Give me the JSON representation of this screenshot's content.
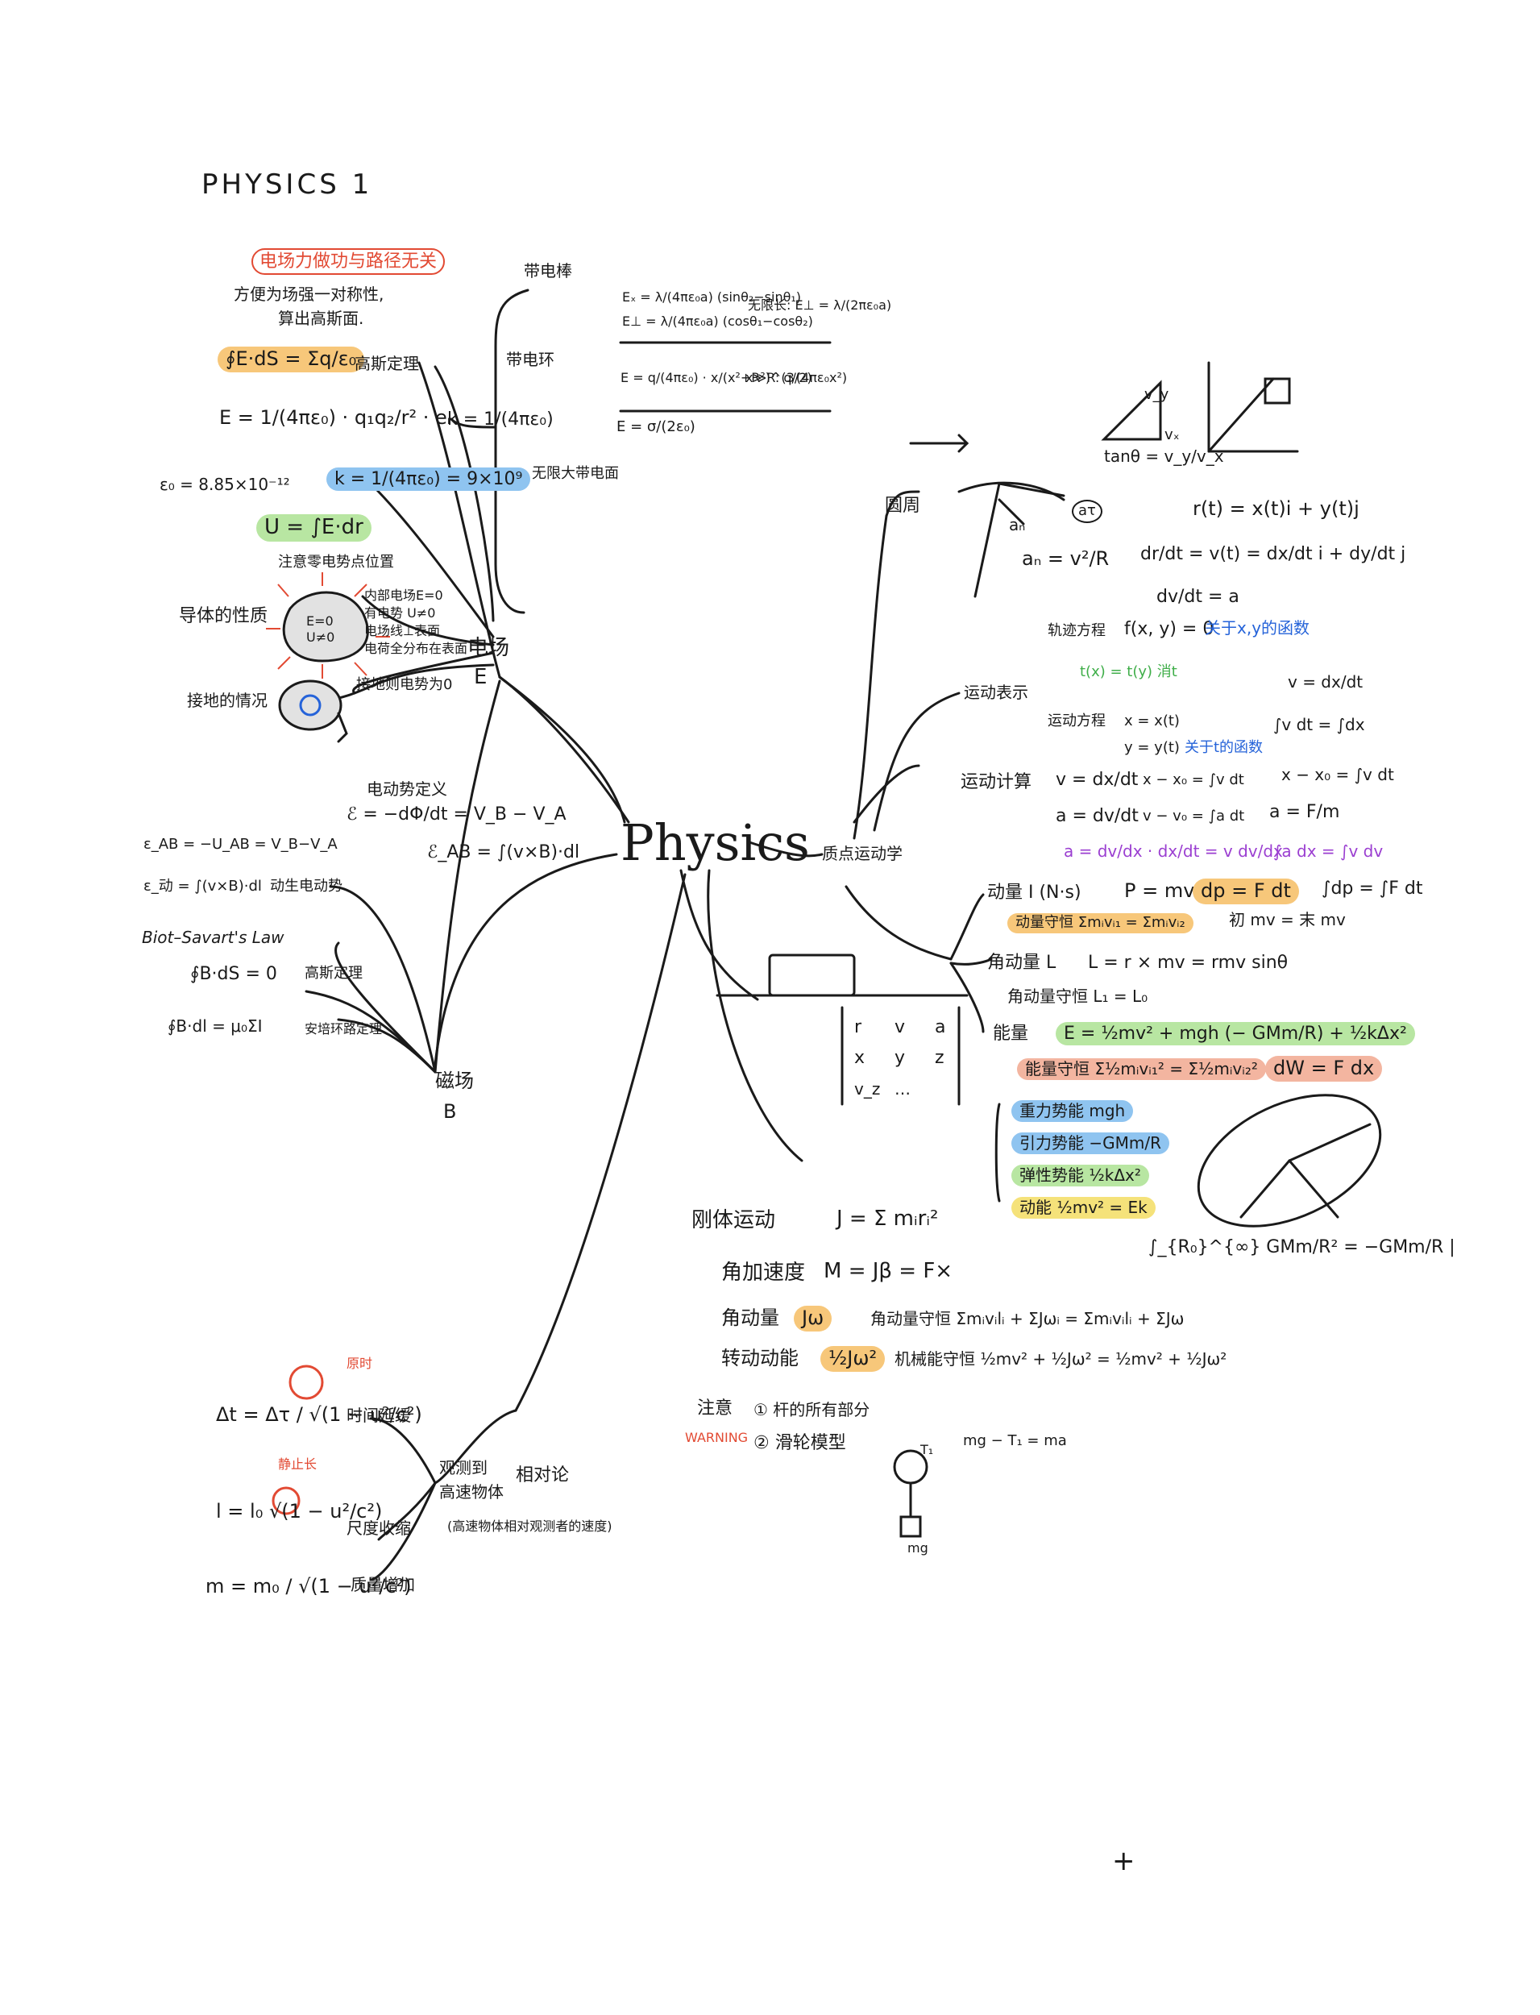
{
  "page": {
    "title": "PHYSICS 1",
    "center": "Physics",
    "page_mark": "+"
  },
  "colors": {
    "ink": "#1a1a1a",
    "orange": "#f7c77a",
    "yellow": "#f5e27a",
    "blue": "#8fc4f0",
    "green": "#b8e6a2",
    "pink": "#f3b5a0",
    "red": "#e24a33",
    "link_blue": "#2563d9",
    "link_green": "#3fae49",
    "link_purple": "#9b3fd1"
  },
  "electric": {
    "branch": "电场",
    "branch_sym": "E",
    "work_note": "电场力做功与路径无关",
    "method_line1": "方便为场强一对称性,",
    "method_line2": "算出高斯面.",
    "gauss": "∮E·dS = Σq/ε₀",
    "gauss_name": "高斯定理",
    "coulomb": "E = 1/(4πε₀) · q₁q₂/r² · eᵣ",
    "k_small": "k = 1/(4πε₀)",
    "eps0": "ε₀ = 8.85×10⁻¹²",
    "k_value": "k = 1/(4πε₀) = 9×10⁹",
    "potential": "U = ∫E·dr",
    "potential_note": "注意零电势点位置",
    "conductor_label": "导体的性质",
    "conductor_in1": "E=0",
    "conductor_in2": "U≠0",
    "conductor_notes": [
      "内部电场E=0",
      "有电势 U≠0",
      "电场线⊥表面",
      "电荷全分布在表面"
    ],
    "grounded_label": "接地的情况",
    "grounded_note": "接地则电势为0",
    "rod_label": "带电棒",
    "ring_label": "带电环",
    "plane_label": "无限大带电面",
    "rod_ex": "Eₓ = λ/(4πε₀a) (sinθ₂−sinθ₁)",
    "rod_ey": "E⊥ = λ/(4πε₀a) (cosθ₁−cosθ₂)",
    "rod_inf": "无限长: E⊥ = λ/(2πε₀a)",
    "ring_e": "E = q/(4πε₀) · x/(x²+R²)^(3/2)",
    "ring_far": "x≫R: q/(4πε₀x²)",
    "plane_e": "E = σ/(2ε₀)"
  },
  "induction": {
    "emf_label": "电动势定义",
    "emf": "ℰ = −dΦ/dt = V_B − V_A",
    "emf_ab": "ℰ_AB = ∫(v×B)·dl",
    "u_ab": "ε_AB = −U_AB = V_B−V_A",
    "motional": "ε_动 = ∫(v×B)·dl",
    "motional_name": "动生电动势"
  },
  "magnetic": {
    "branch": "磁场",
    "branch_sym": "B",
    "biot": "Biot–Savart's Law",
    "gauss_b": "∮B·dS = 0",
    "gauss_b_name": "高斯定理",
    "ampere": "∮B·dl = μ₀ΣI",
    "ampere_name": "安培环路定理"
  },
  "kinematics": {
    "branch": "质点运动学",
    "circle": "圆周",
    "an": "aₙ",
    "at": "aτ",
    "an_formula": "aₙ = v²/R",
    "tan": "tanθ = v_y/v_x",
    "vx": "vₓ",
    "vy": "v_y",
    "r_vec": "r(t) = x(t)i + y(t)j",
    "v_vec": "dr/dt = v(t) = dx/dt i + dy/dt j",
    "a_vec": "dv/dt = a",
    "traj_label": "轨迹方程",
    "traj": "f(x, y) = 0",
    "traj_note": "关于x,y的函数",
    "eliminate": "t(x) = t(y) 消t",
    "motion_repr": "运动表示",
    "motion_eq": "运动方程",
    "x_t": "x = x(t)",
    "y_t": "y = y(t)",
    "y_note": "关于t的函数",
    "calc": "运动计算",
    "v_def": "v = dx/dt",
    "a_def": "a = dv/dt",
    "x_int": "x − x₀ = ∫v dt",
    "v_int": "v − v₀ = ∫a dt",
    "chain": "a = dv/dx · dx/dt = v dv/dx",
    "a_fm": "a = F/m",
    "int_identity": "∫a dx = ∫v dv",
    "v_dx": "v = dx/dt",
    "int_dx": "∫v dt = ∫dx",
    "x_x0": "x − x₀ = ∫v dt"
  },
  "dynamics": {
    "momentum_label": "动量 I (N·s)",
    "momentum": "P = mv",
    "impulse": "dp = F dt",
    "impulse_int": "∫dp = ∫F dt",
    "momentum_cons": "动量守恒 Σmᵢvᵢ₁ = Σmᵢvᵢ₂",
    "momentum_cons_note": "初 mv = 末 mv",
    "angmom_label": "角动量 L",
    "angmom": "L = r × mv = rmv sinθ",
    "angmom_cons": "角动量守恒 L₁ = L₀",
    "energy_label": "能量",
    "energy": "E = ½mv² + mgh (− GMm/R) + ½kΔx²",
    "energy_cons": "能量守恒 Σ½mᵢvᵢ₁² = Σ½mᵢvᵢ₂²",
    "work": "dW = F dx",
    "pe_grav": "重力势能 mgh",
    "pe_univ": "引力势能 −GMm/R",
    "pe_elastic": "弹性势能 ½kΔx²",
    "ke": "动能 ½mv² = Ek",
    "integral": "∫_{R₀}^{∞} GMm/R² = −GMm/R |"
  },
  "rigid": {
    "label": "刚体运动",
    "inertia": "J = Σ mᵢrᵢ²",
    "torque_label": "角加速度",
    "torque": "M = Jβ = F×",
    "angmom_label": "角动量",
    "angmom": "Jω",
    "angmom_cons": "角动量守恒 Σmᵢvᵢlᵢ + ΣJωᵢ = Σmᵢvᵢlᵢ + ΣJω",
    "ke_label": "转动动能",
    "ke": "½Jω²",
    "energy_cons": "机械能守恒 ½mv² + ½Jω² = ½mv² + ½Jω²",
    "note_label": "注意",
    "warning": "WARNING",
    "note1": "① 杆的所有部分",
    "note2": "② 滑轮模型",
    "pulley_eq": "mg − T₁ = ma",
    "t1": "T₁",
    "mg": "mg"
  },
  "relativity": {
    "time_formula": "Δt = Δτ / √(1 − u²/c²)",
    "time_note": "时间延缓",
    "proper_time": "原时",
    "length_formula": "l = l₀ √(1 − u²/c²)",
    "length_note": "尺度收缩",
    "rest_length": "静止长",
    "mass_formula": "m = m₀ / √(1 − u²/c²)",
    "mass_note": "质量增加",
    "approach_1": "观测到",
    "approach_2": "高速物体",
    "relativity_label": "相对论",
    "approach_note": "(高速物体相对观测者的速度)"
  },
  "table": {
    "cols": [
      "r",
      "v",
      "a"
    ],
    "row1": [
      "x",
      "y",
      "z"
    ],
    "row2": [
      "v_z",
      "…",
      ""
    ]
  }
}
